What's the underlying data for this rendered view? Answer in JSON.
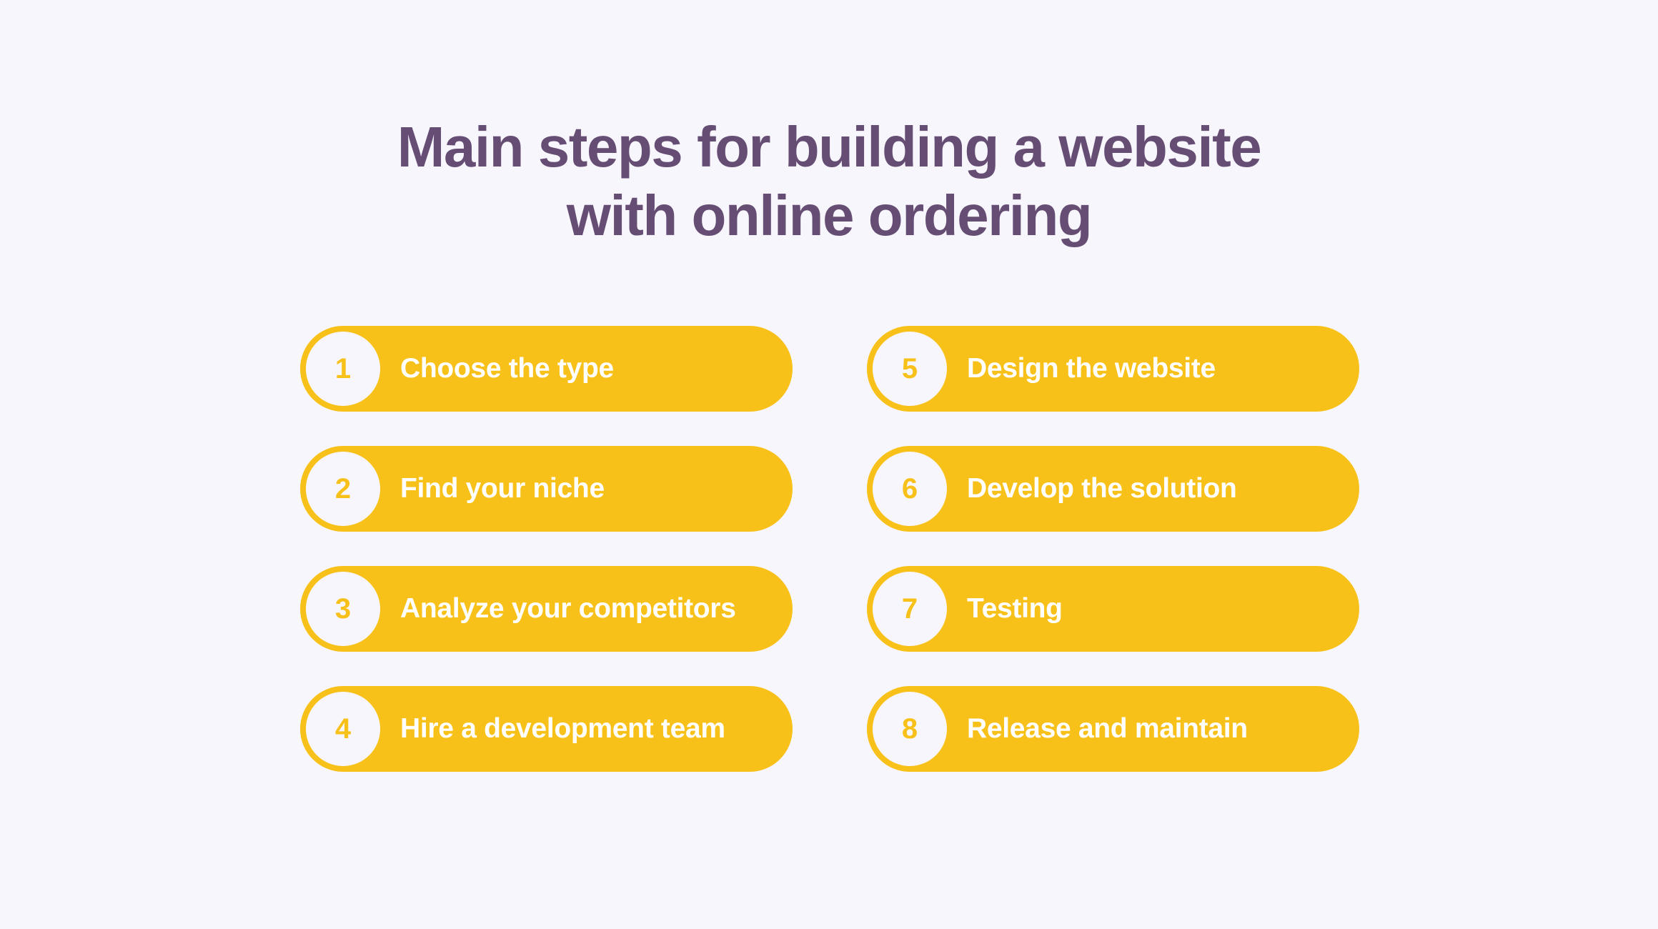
{
  "title": {
    "line1": "Main steps for building a website",
    "line2": "with online ordering"
  },
  "colors": {
    "background": "#F7F6FD",
    "title": "#664D74",
    "accent": "#F8C11A",
    "label_text": "#FFFFFF"
  },
  "steps": [
    {
      "number": "1",
      "label": "Choose the type"
    },
    {
      "number": "2",
      "label": "Find your niche"
    },
    {
      "number": "3",
      "label": "Analyze your competitors"
    },
    {
      "number": "4",
      "label": "Hire a development team"
    },
    {
      "number": "5",
      "label": "Design the website"
    },
    {
      "number": "6",
      "label": "Develop the solution"
    },
    {
      "number": "7",
      "label": "Testing"
    },
    {
      "number": "8",
      "label": "Release and maintain"
    }
  ]
}
